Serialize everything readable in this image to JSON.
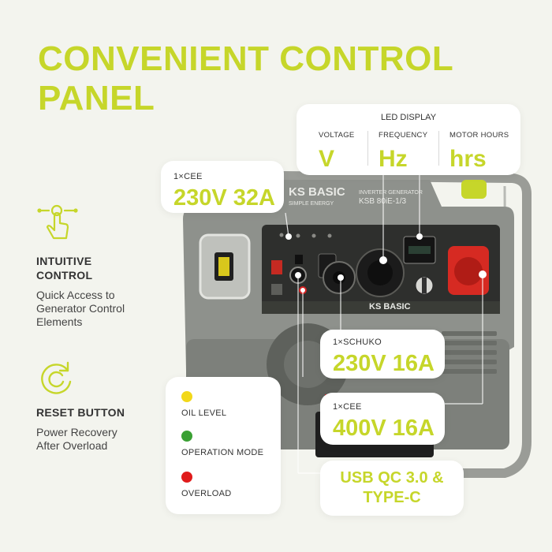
{
  "page": {
    "title_line1": "CONVENIENT CONTROL",
    "title_line2": "PANEL"
  },
  "colors": {
    "accent": "#c6d62a",
    "background": "#f3f4ee",
    "text": "#333333",
    "generator_body": "#8e918c",
    "panel": "#2e2f2d",
    "cee_red": "#d62a22"
  },
  "features": [
    {
      "icon": "touch-icon",
      "title_line1": "INTUITIVE",
      "title_line2": "CONTROL",
      "desc_line1": "Quick Access to",
      "desc_line2": "Generator Control",
      "desc_line3": "Elements"
    },
    {
      "icon": "reset-icon",
      "title_line1": "RESET BUTTON",
      "desc_line1": "Power Recovery",
      "desc_line2": "After Overload"
    }
  ],
  "product": {
    "brand": "KS BASIC",
    "brand_sub": "SIMPLE ENERGY",
    "model_line1": "INVERTER GENERATOR",
    "model_line2": "KSB 80iE-1/3"
  },
  "callouts": {
    "cee32": {
      "label": "1×CEE",
      "value": "230V 32A"
    },
    "led_display": {
      "title": "LED DISPLAY",
      "columns": [
        {
          "label": "VOLTAGE",
          "unit": "V"
        },
        {
          "label": "FREQUENCY",
          "unit": "Hz"
        },
        {
          "label": "MOTOR HOURS",
          "unit": "hrs"
        }
      ]
    },
    "schuko": {
      "label": "1×SCHUKO",
      "value": "230V 16A"
    },
    "cee400": {
      "label": "1×CEE",
      "value": "400V 16A"
    },
    "usb": {
      "line1": "USB QC 3.0 &",
      "line2": "TYPE-C"
    },
    "indicators": [
      {
        "color": "#f2d81a",
        "label": "OIL LEVEL"
      },
      {
        "color": "#3aa033",
        "label": "OPERATION MODE"
      },
      {
        "color": "#e01b1b",
        "label": "OVERLOAD"
      }
    ]
  }
}
